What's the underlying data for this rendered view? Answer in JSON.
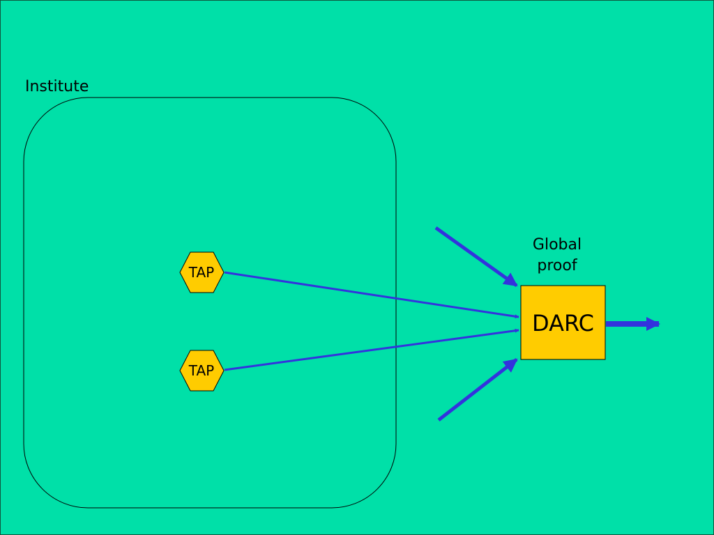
{
  "diagram": {
    "institute_label": "Institute",
    "global_proof_label": "Global\nproof",
    "taps": [
      {
        "label": "TAP"
      },
      {
        "label": "TAP"
      }
    ],
    "darc_label": "DARC"
  },
  "colors": {
    "background": "#00e0a8",
    "node_fill": "#ffcc00",
    "arrow": "#3333dd",
    "outline": "#000000"
  }
}
